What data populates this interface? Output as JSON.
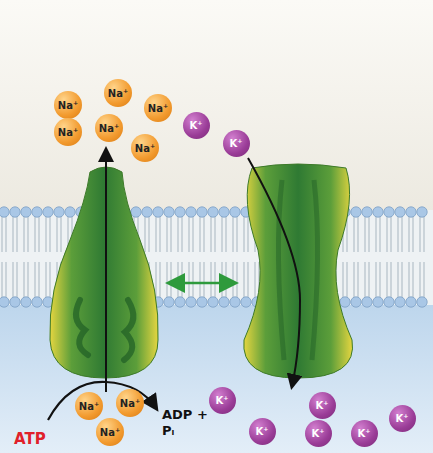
{
  "diagram": {
    "nodes": [
      {
        "text": [
          "Na⁺"
        ]
      },
      {
        "text": [
          "Na⁺"
        ]
      },
      {
        "text": [
          "Na⁺"
        ]
      },
      {
        "text": [
          "Na⁺"
        ]
      },
      {
        "text": [
          "Na⁺"
        ]
      },
      {
        "text": [
          "Na⁺"
        ]
      },
      {
        "text": [
          "K⁺"
        ]
      },
      {
        "text": [
          "K⁺"
        ]
      },
      {
        "text": [
          "Na⁺"
        ]
      },
      {
        "text": [
          "Na⁺"
        ]
      },
      {
        "text": [
          "Na⁺"
        ]
      },
      {
        "text": [
          "K⁺"
        ]
      },
      {
        "text": [
          "K⁺"
        ]
      },
      {
        "text": [
          "K⁺"
        ]
      },
      {
        "text": [
          "K⁺"
        ]
      },
      {
        "text": [
          "K⁺"
        ]
      },
      {
        "text": [
          "K⁺"
        ]
      }
    ],
    "labels": [
      "ATP",
      "ADP + Pᵢ"
    ]
  }
}
